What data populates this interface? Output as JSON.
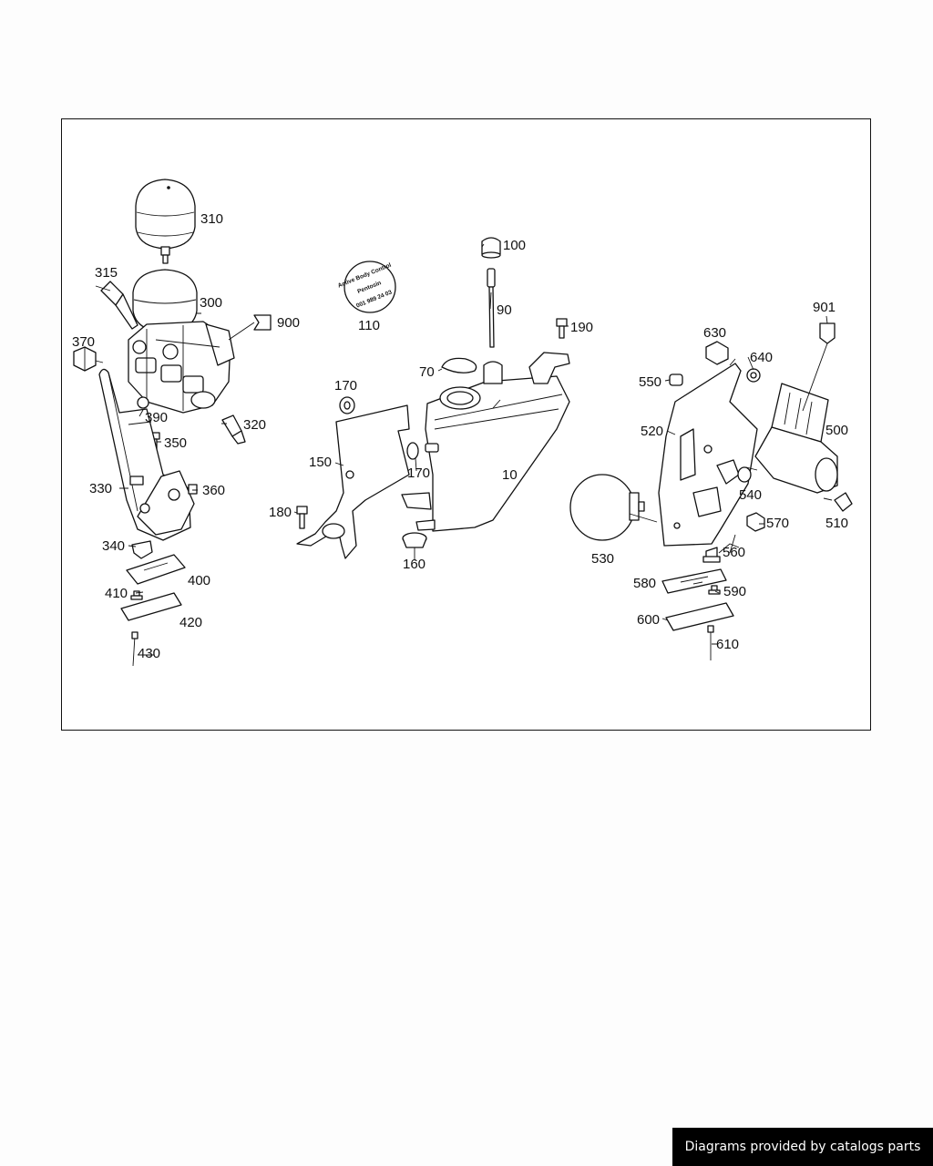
{
  "diagram": {
    "callouts": {
      "c310": "310",
      "c315": "315",
      "c300": "300",
      "c900": "900",
      "c370": "370",
      "c390": "390",
      "c350": "350",
      "c320": "320",
      "c330": "330",
      "c360": "360",
      "c340": "340",
      "c400": "400",
      "c410": "410",
      "c420": "420",
      "c430": "430",
      "c110": "110",
      "c100": "100",
      "c90": "90",
      "c190": "190",
      "c70": "70",
      "c170a": "170",
      "c170b": "170",
      "c150": "150",
      "c10": "10",
      "c180": "180",
      "c160": "160",
      "c901": "901",
      "c630": "630",
      "c640": "640",
      "c550": "550",
      "c520": "520",
      "c500": "500",
      "c540": "540",
      "c530": "530",
      "c570": "570",
      "c510": "510",
      "c560": "560",
      "c580": "580",
      "c590": "590",
      "c600": "600",
      "c610": "610"
    },
    "badge_110": {
      "line1": "Active Body Control",
      "line2": "Pentosin",
      "line3": "001 989 24 03"
    }
  },
  "footer": {
    "text": "Diagrams provided by catalogs parts"
  }
}
